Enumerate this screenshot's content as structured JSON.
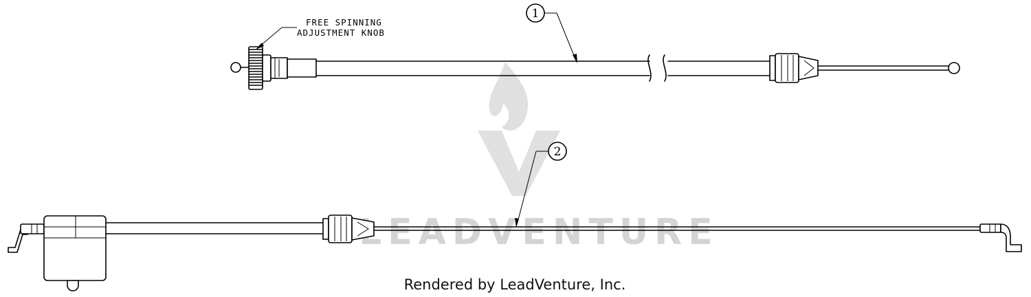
{
  "callout": {
    "line1": "FREE SPINNING",
    "line2": "ADJUSTMENT KNOB"
  },
  "parts": [
    {
      "ref": "1"
    },
    {
      "ref": "2"
    }
  ],
  "watermark": {
    "text": "LEADVENTURE",
    "logo": "leadventure-flame-v-logo"
  },
  "credit": "Rendered by LeadVenture, Inc."
}
